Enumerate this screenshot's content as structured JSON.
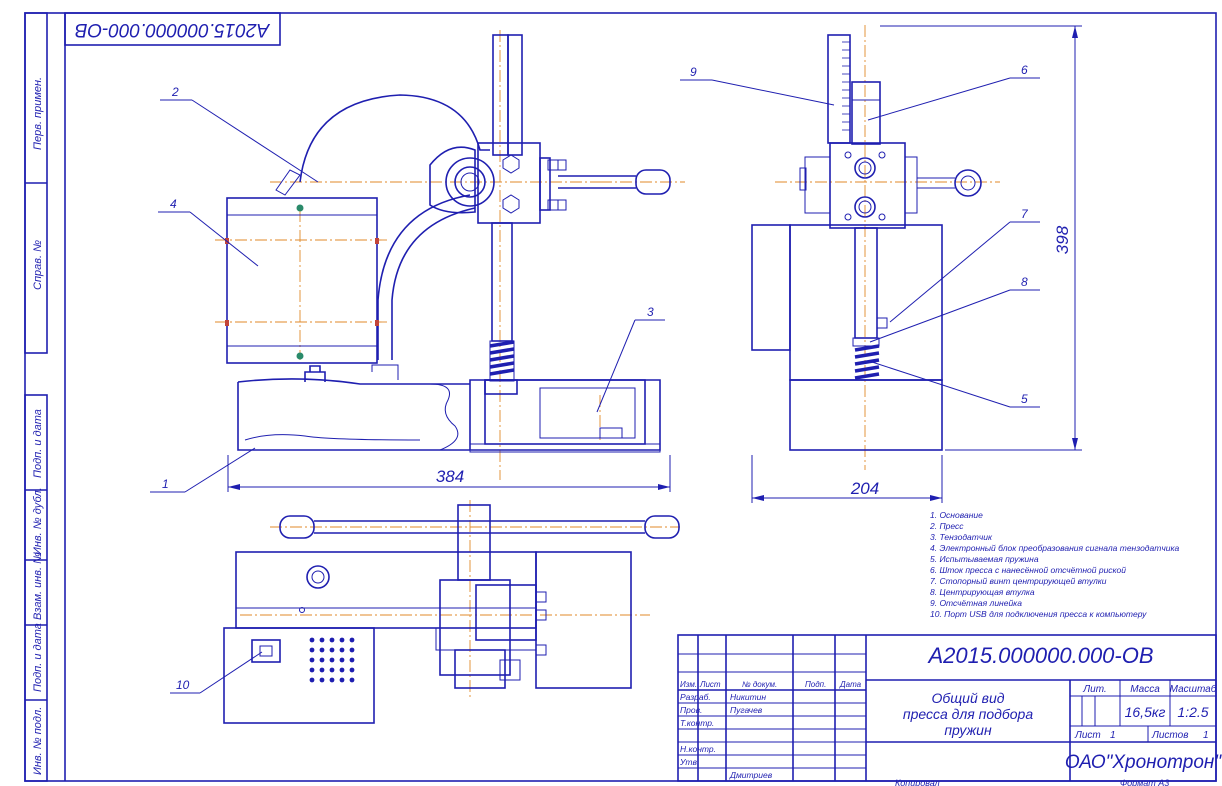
{
  "document_code": "А2015.000000.000-ОВ",
  "mirrored_code": "А2015.000000.000-ОВ",
  "side_stamp": {
    "upper": [
      "Перв. примен.",
      "Справ. №"
    ],
    "lower": [
      "Подп. и дата",
      "Инв. № дубл.",
      "Взам. инв. №",
      "Подп. и дата",
      "Инв. № подл."
    ]
  },
  "dimensions": {
    "front_width": "384",
    "side_width": "204",
    "side_height": "398"
  },
  "callouts": [
    "1",
    "2",
    "3",
    "4",
    "5",
    "6",
    "7",
    "8",
    "9",
    "10"
  ],
  "legend": [
    "1. Основание",
    "2. Пресс",
    "3. Тензодатчик",
    "4. Электронный блок преобразования сигнала тензодатчика",
    "5. Испытываемая пружина",
    "6. Шток пресса с нанесённой отсчётной риской",
    "7. Стопорный винт центрирующей втулки",
    "8. Центрирующая втулка",
    "9. Отсчётная линейка",
    "10. Порт USB для подключения пресса к компьютеру"
  ],
  "title_block": {
    "code": "А2015.000000.000-ОВ",
    "title_lines": [
      "Общий вид",
      "пресса для подбора",
      "пружин"
    ],
    "headers": [
      "Изм.",
      "Лист",
      "№ докум.",
      "Подп.",
      "Дата"
    ],
    "roles": [
      {
        "role": "Разраб.",
        "name": "Никитин"
      },
      {
        "role": "Пров.",
        "name": "Пугачев"
      },
      {
        "role": "Т.контр.",
        "name": ""
      },
      {
        "role": "",
        "name": ""
      },
      {
        "role": "Н.контр.",
        "name": ""
      },
      {
        "role": "Утв.",
        "name": "Дмитриев"
      }
    ],
    "lit_label": "Лит.",
    "mass_label": "Масса",
    "scale_label": "Масштаб",
    "mass": "16,5кг",
    "scale": "1:2.5",
    "sheet_label": "Лист",
    "sheet": "1",
    "sheets_label": "Листов",
    "sheets": "1",
    "organization": "ОАО\"Хронотрон\"",
    "bottom_left": "Копировал",
    "bottom_right": "Формат А3"
  },
  "colors": {
    "ink": "#1f1fb0",
    "axis": "#e08a2a",
    "paper": "#ffffff"
  }
}
